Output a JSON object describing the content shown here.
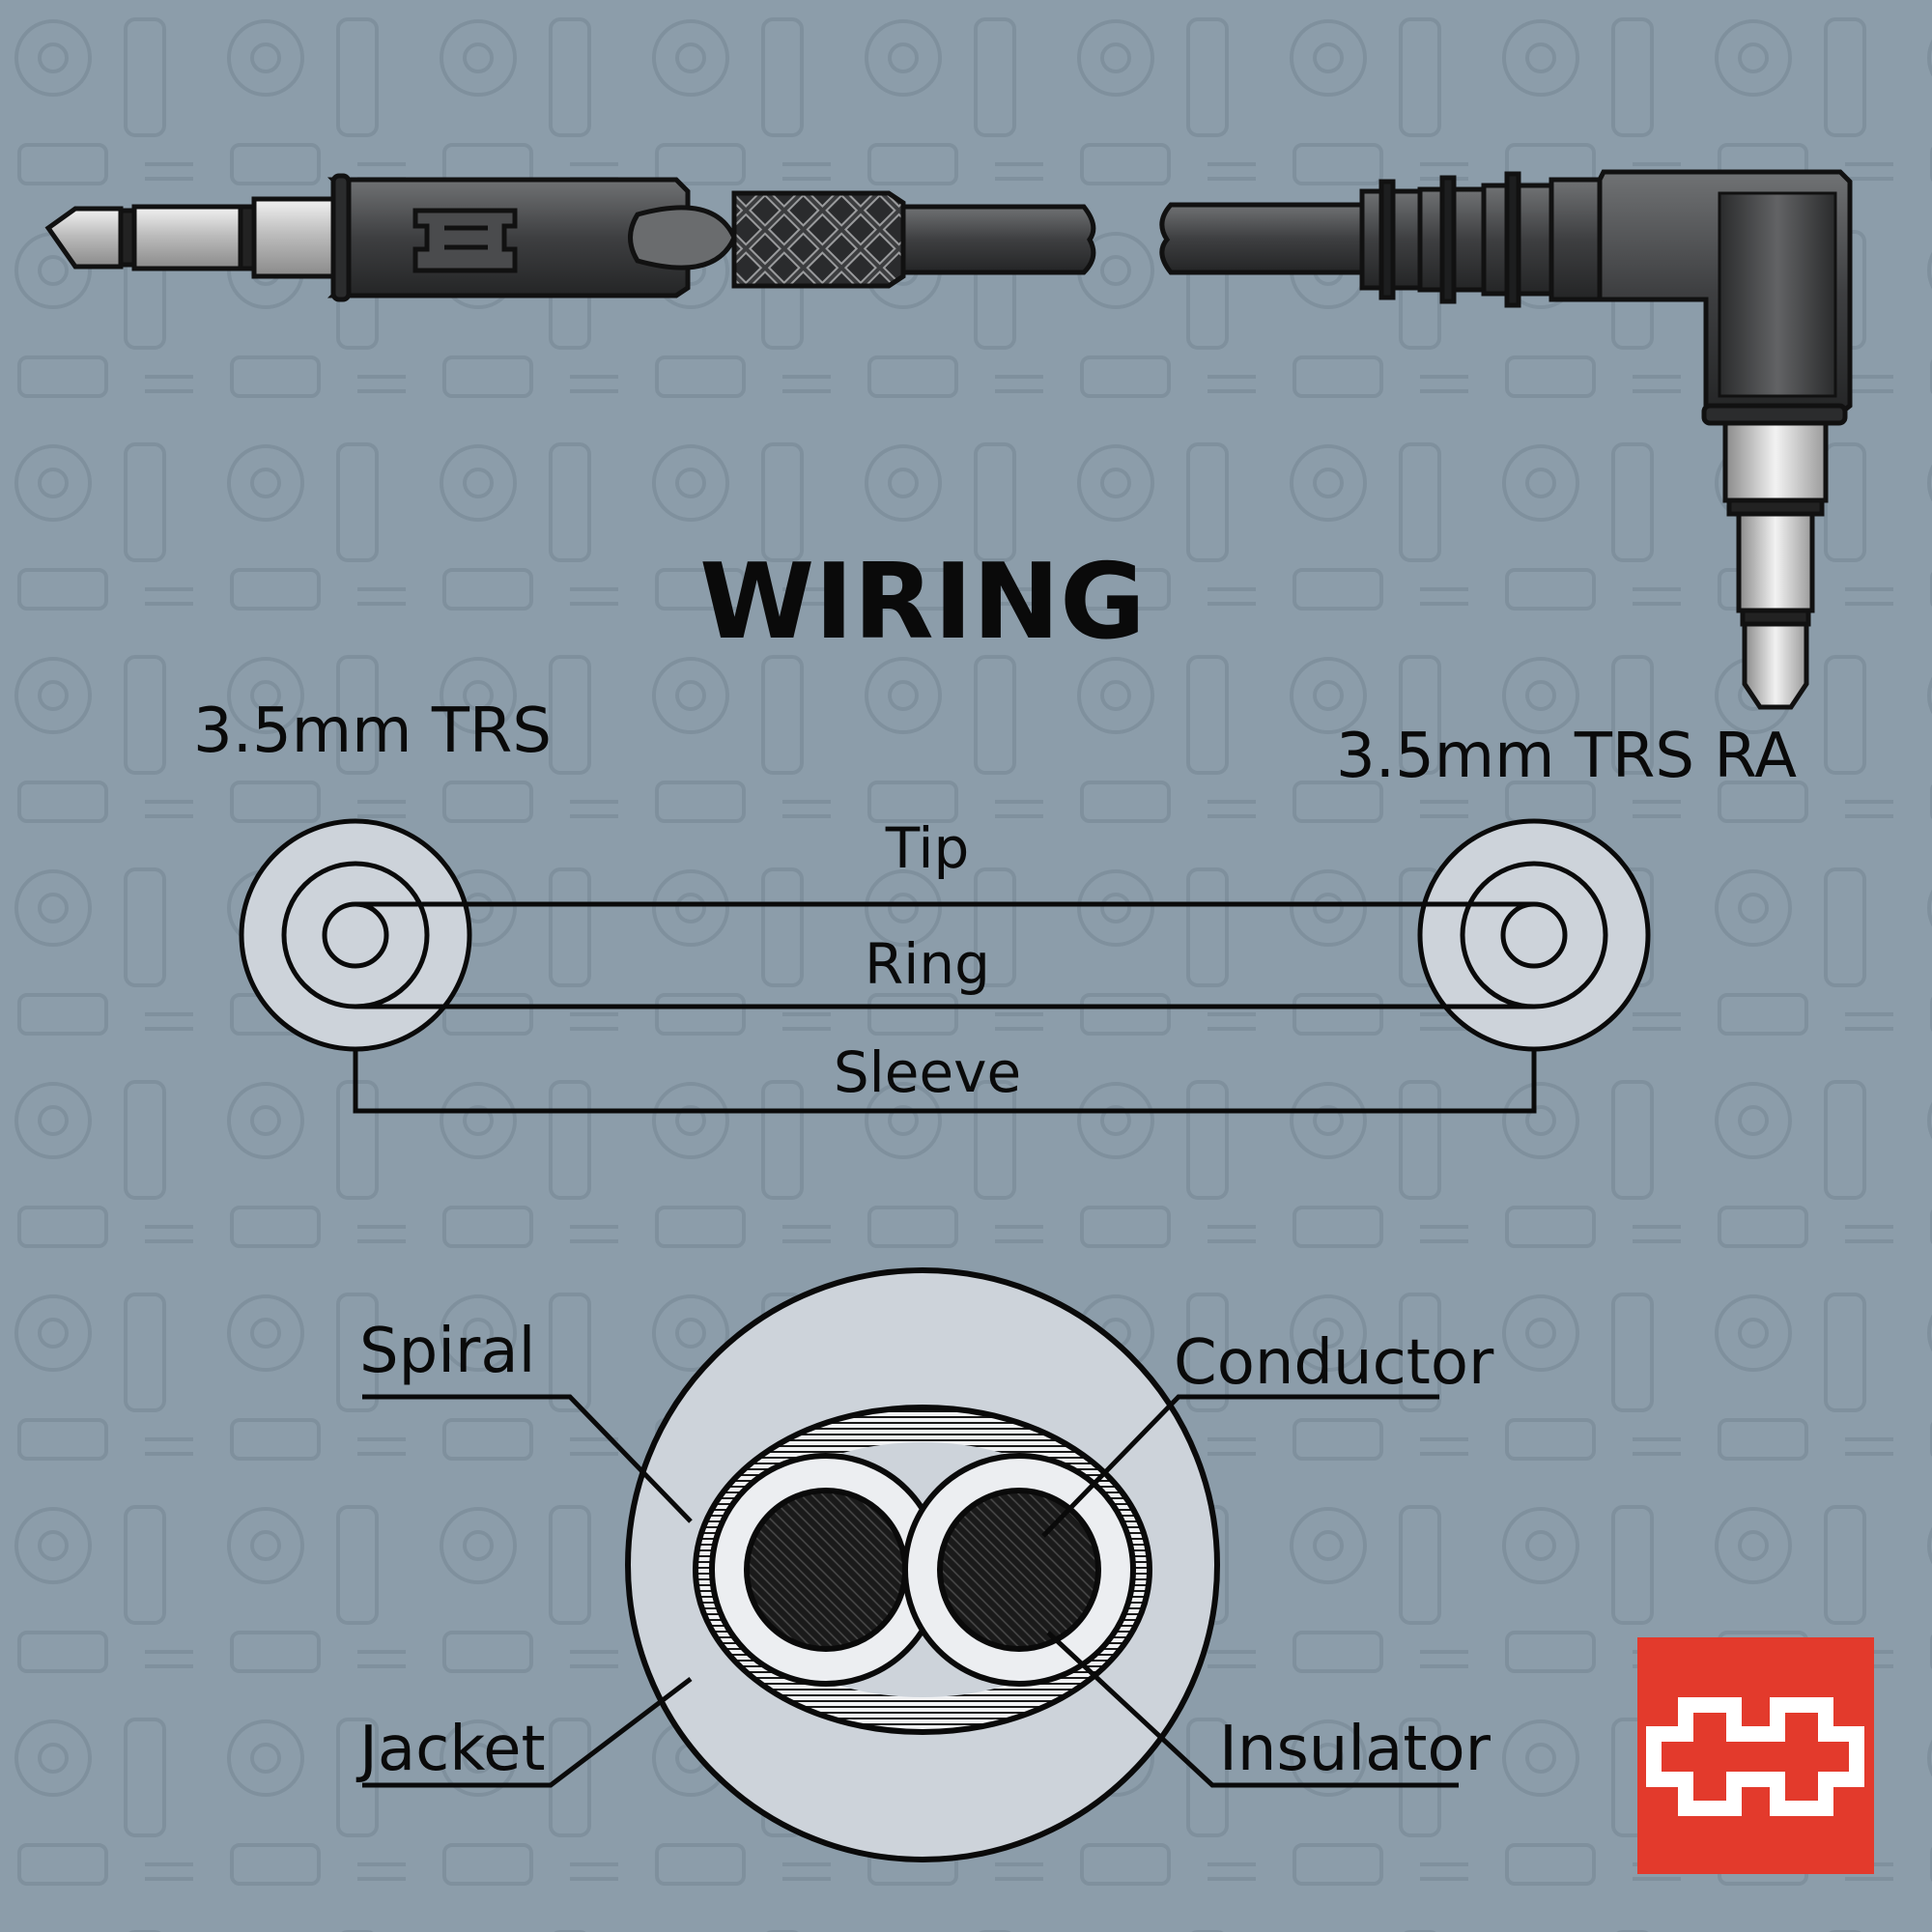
{
  "title": "WIRING",
  "left_connector": {
    "label": "3.5mm TRS"
  },
  "right_connector": {
    "label": "3.5mm TRS RA"
  },
  "wires": {
    "tip": "Tip",
    "ring": "Ring",
    "sleeve": "Sleeve"
  },
  "cross_section": {
    "spiral": "Spiral",
    "conductor": "Conductor",
    "jacket": "Jacket",
    "insulator": "Insulator"
  },
  "brand": {
    "logo_name": "hosa-logo-icon",
    "logo_color": "#e33a2c"
  },
  "colors": {
    "background": "#8c9daa",
    "diagram_fill": "#cdd3da",
    "ink": "#0a0a0a"
  }
}
